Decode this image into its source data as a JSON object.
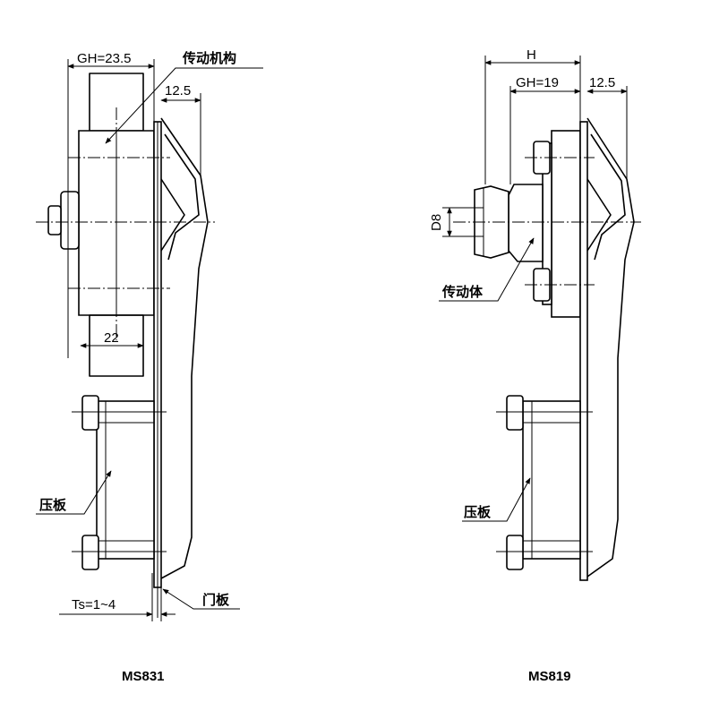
{
  "left_view": {
    "title": "MS831",
    "dim_gh": "GH=23.5",
    "dim_12_5": "12.5",
    "dim_22": "22",
    "dim_ts": "Ts=1~4",
    "label_mechanism": "传动机构",
    "label_plate": "压板",
    "label_door": "门板"
  },
  "right_view": {
    "title": "MS819",
    "dim_h": "H",
    "dim_gh": "GH=19",
    "dim_12_5": "12.5",
    "dim_d8": "D8",
    "label_body": "传动体",
    "label_plate": "压板"
  }
}
